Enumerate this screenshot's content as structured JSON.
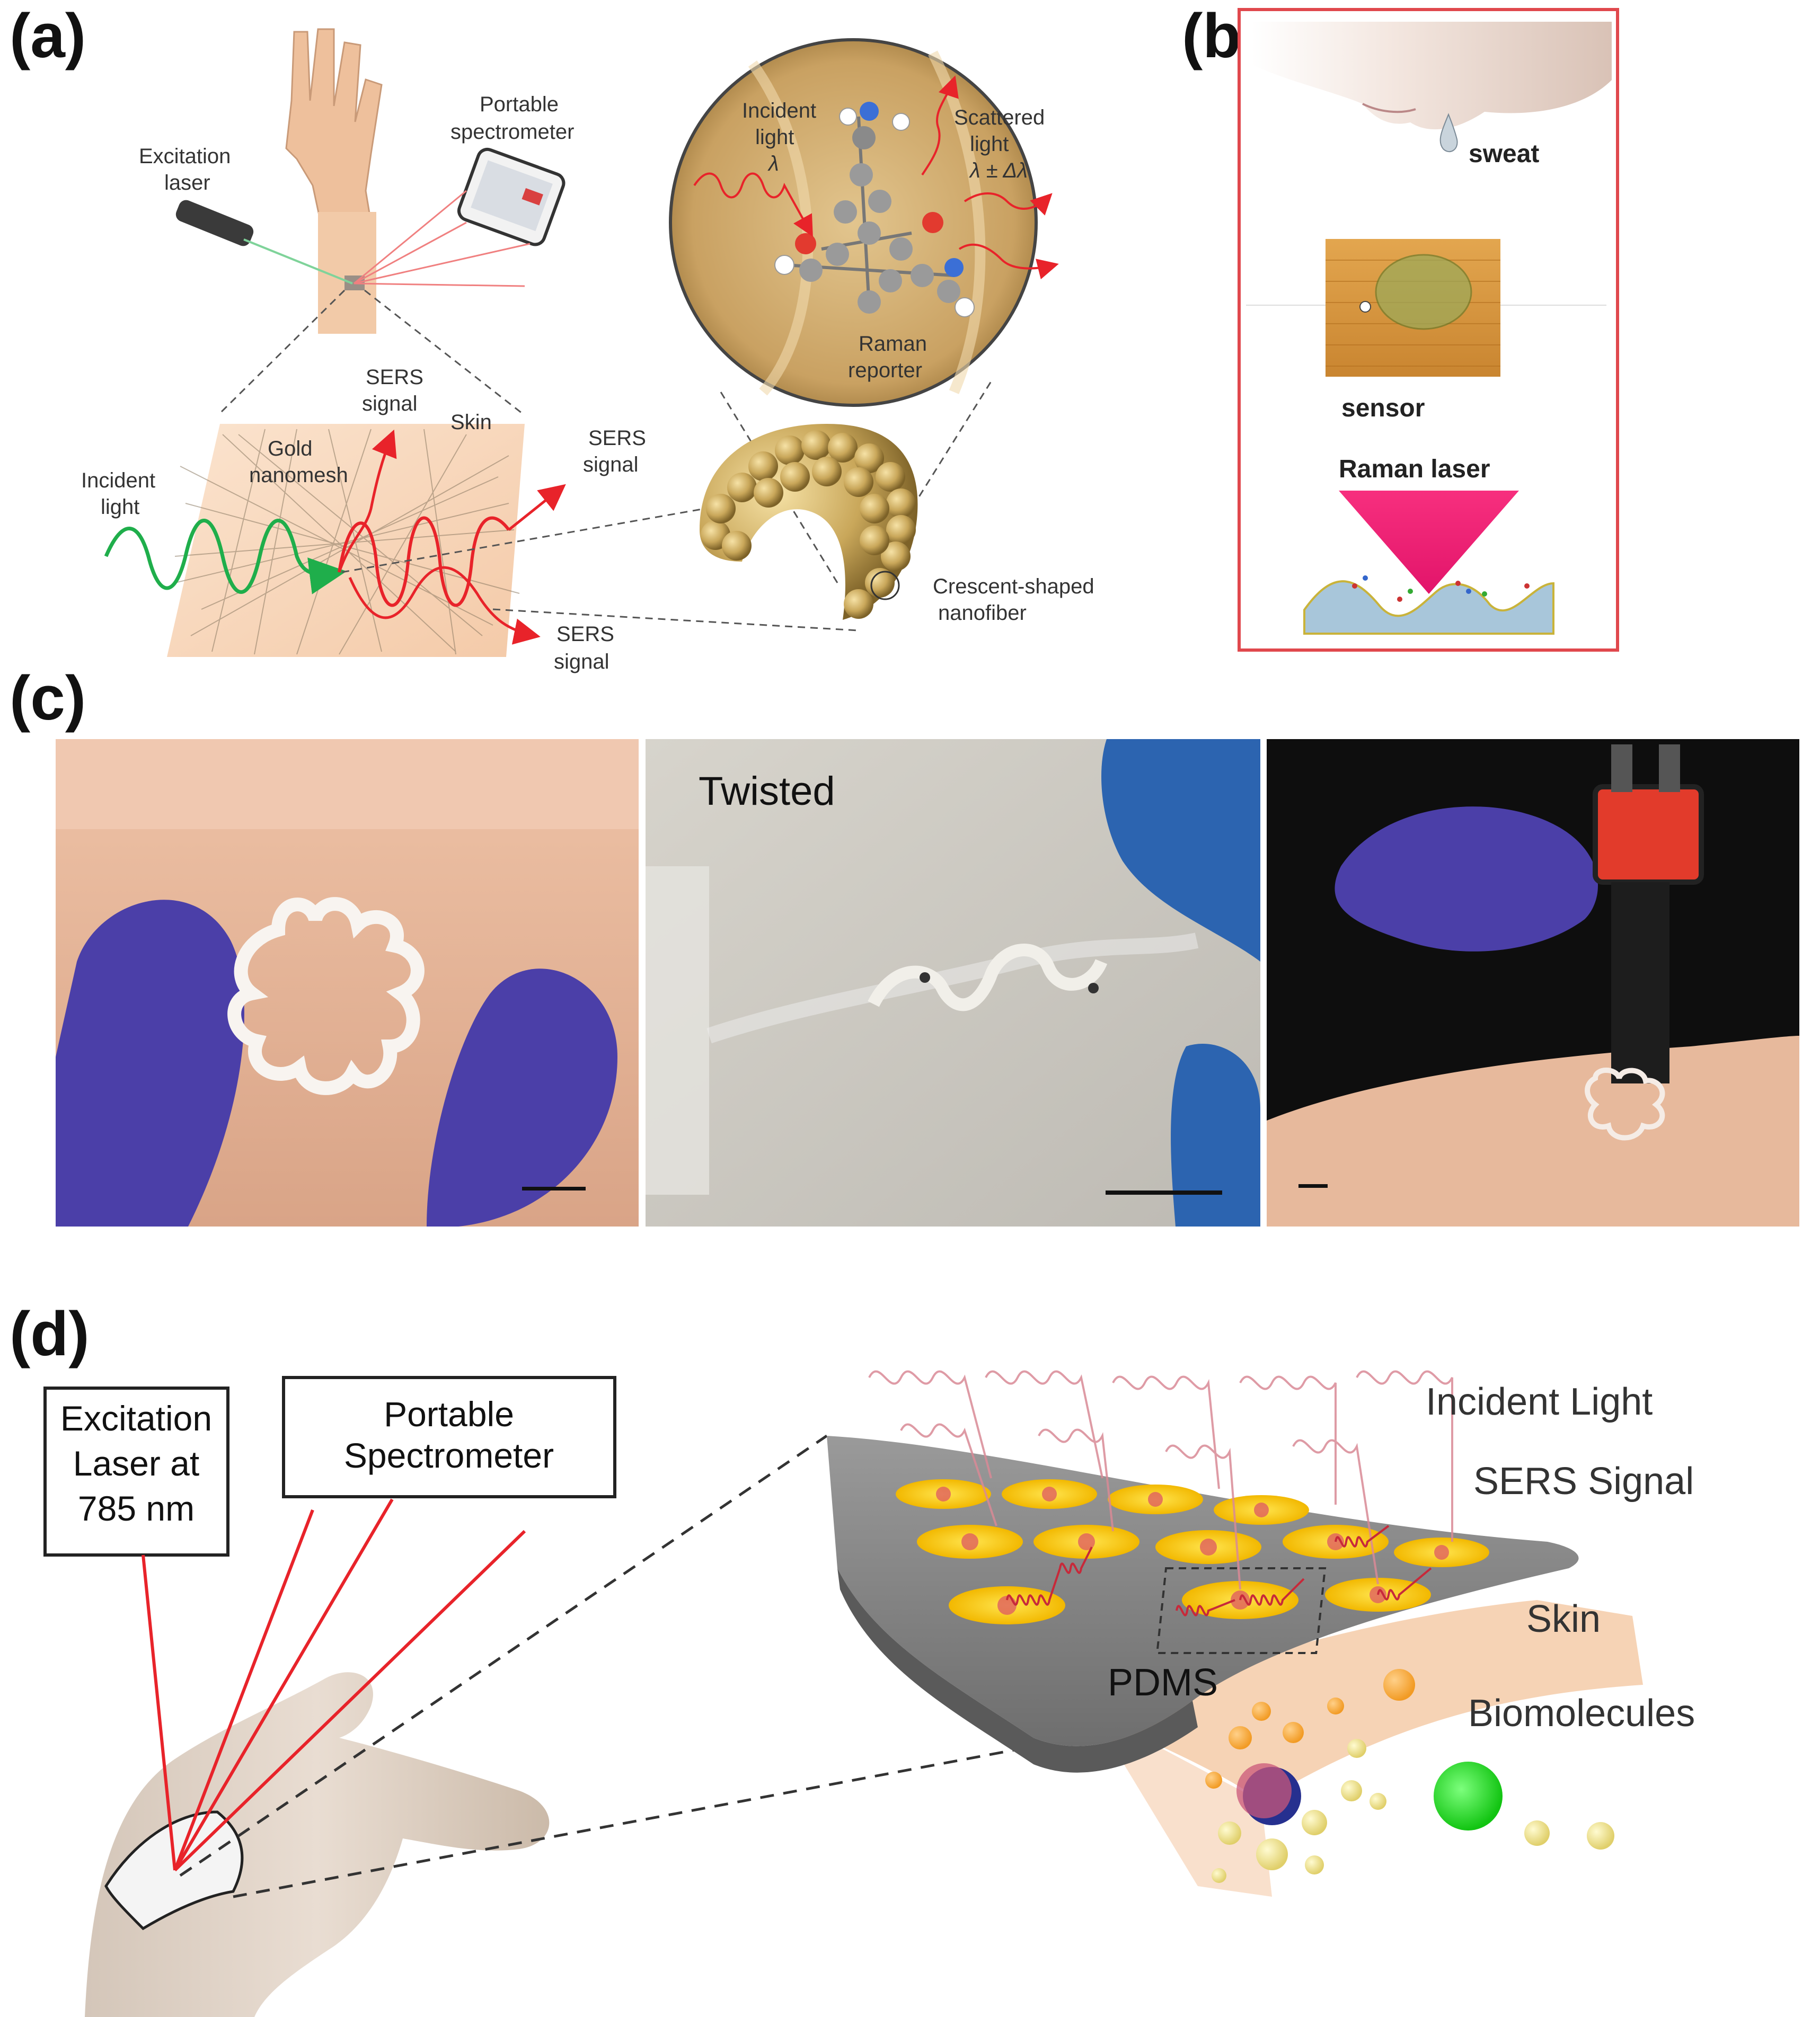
{
  "panel_labels": {
    "a": "(a)",
    "b": "(b)",
    "c": "(c)",
    "d": "(d)"
  },
  "panel_a": {
    "excitation_laser_line1": "Excitation",
    "excitation_laser_line2": "laser",
    "portable_spectrometer_line1": "Portable",
    "portable_spectrometer_line2": "spectrometer",
    "incident_light_line1": "Incident",
    "incident_light_line2": "light",
    "gold_nanomesh_line1": "Gold",
    "gold_nanomesh_line2": "nanomesh",
    "skin": "Skin",
    "sers_signal_top_line1": "SERS",
    "sers_signal_top_line2": "signal",
    "sers_signal_right_line1": "SERS",
    "sers_signal_right_line2": "signal",
    "sers_signal_bottom_line1": "SERS",
    "sers_signal_bottom_line2": "signal",
    "circle_incident_line1": "Incident",
    "circle_incident_line2": "light",
    "circle_incident_line3": "λ",
    "circle_scattered_line1": "Scattered",
    "circle_scattered_line2": "light",
    "circle_scattered_line3": "λ ± Δλ",
    "raman_reporter_line1": "Raman",
    "raman_reporter_line2": "reporter",
    "crescent_line1": "Crescent-shaped",
    "crescent_line2": "nanofiber"
  },
  "panel_b": {
    "sweat": "sweat",
    "sensor": "sensor",
    "raman_laser": "Raman laser",
    "border_color": "#e0484d"
  },
  "panel_c": {
    "twisted": "Twisted"
  },
  "panel_d": {
    "excitation_box_line1": "Excitation",
    "excitation_box_line2": "Laser at",
    "excitation_box_line3": "785 nm",
    "spectrometer_box_line1": "Portable",
    "spectrometer_box_line2": "Spectrometer",
    "incident_light": "Incident Light",
    "sers_signal": "SERS Signal",
    "skin": "Skin",
    "pdms": "PDMS",
    "biomolecules": "Biomolecules"
  },
  "colors": {
    "laser_red": "#e8232a",
    "incident_green": "#1fae4b",
    "gold": "#c9a75a",
    "glove_purple": "#4b3fa8",
    "pdms_gray": "#8d8d8d"
  }
}
